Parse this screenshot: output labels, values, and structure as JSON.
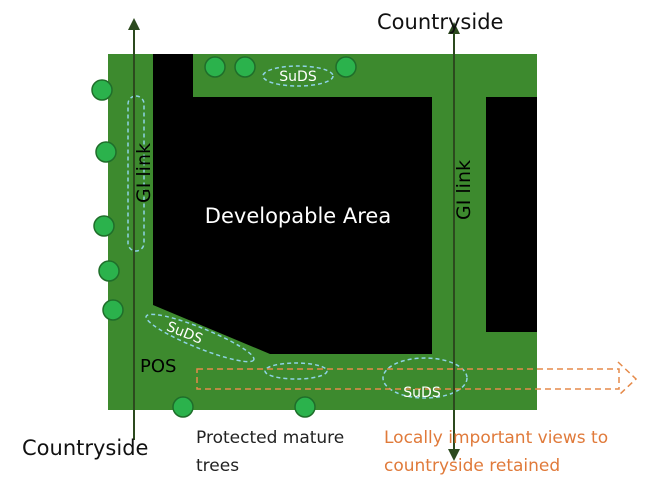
{
  "labels": {
    "top_countryside": "Countryside",
    "bottom_countryside": "Countryside",
    "developable_area": "Developable Area",
    "gi_link_left": "GI link",
    "gi_link_right": "GI link",
    "suds_top": "SuDS",
    "suds_diagonal": "SuDS",
    "suds_bottom_right": "SuDS",
    "pos": "POS",
    "protected_trees_line1": "Protected mature",
    "protected_trees_line2": "trees",
    "views_line1": "Locally important views to",
    "views_line2": "countryside retained"
  },
  "colors": {
    "green_area": "#3d8a2e",
    "developable": "#000000",
    "tree": "#2bb24c",
    "suds_outline": "#8fd3e6",
    "arrow": "#2c4a1e",
    "view_arrow": "#e58a4a"
  }
}
